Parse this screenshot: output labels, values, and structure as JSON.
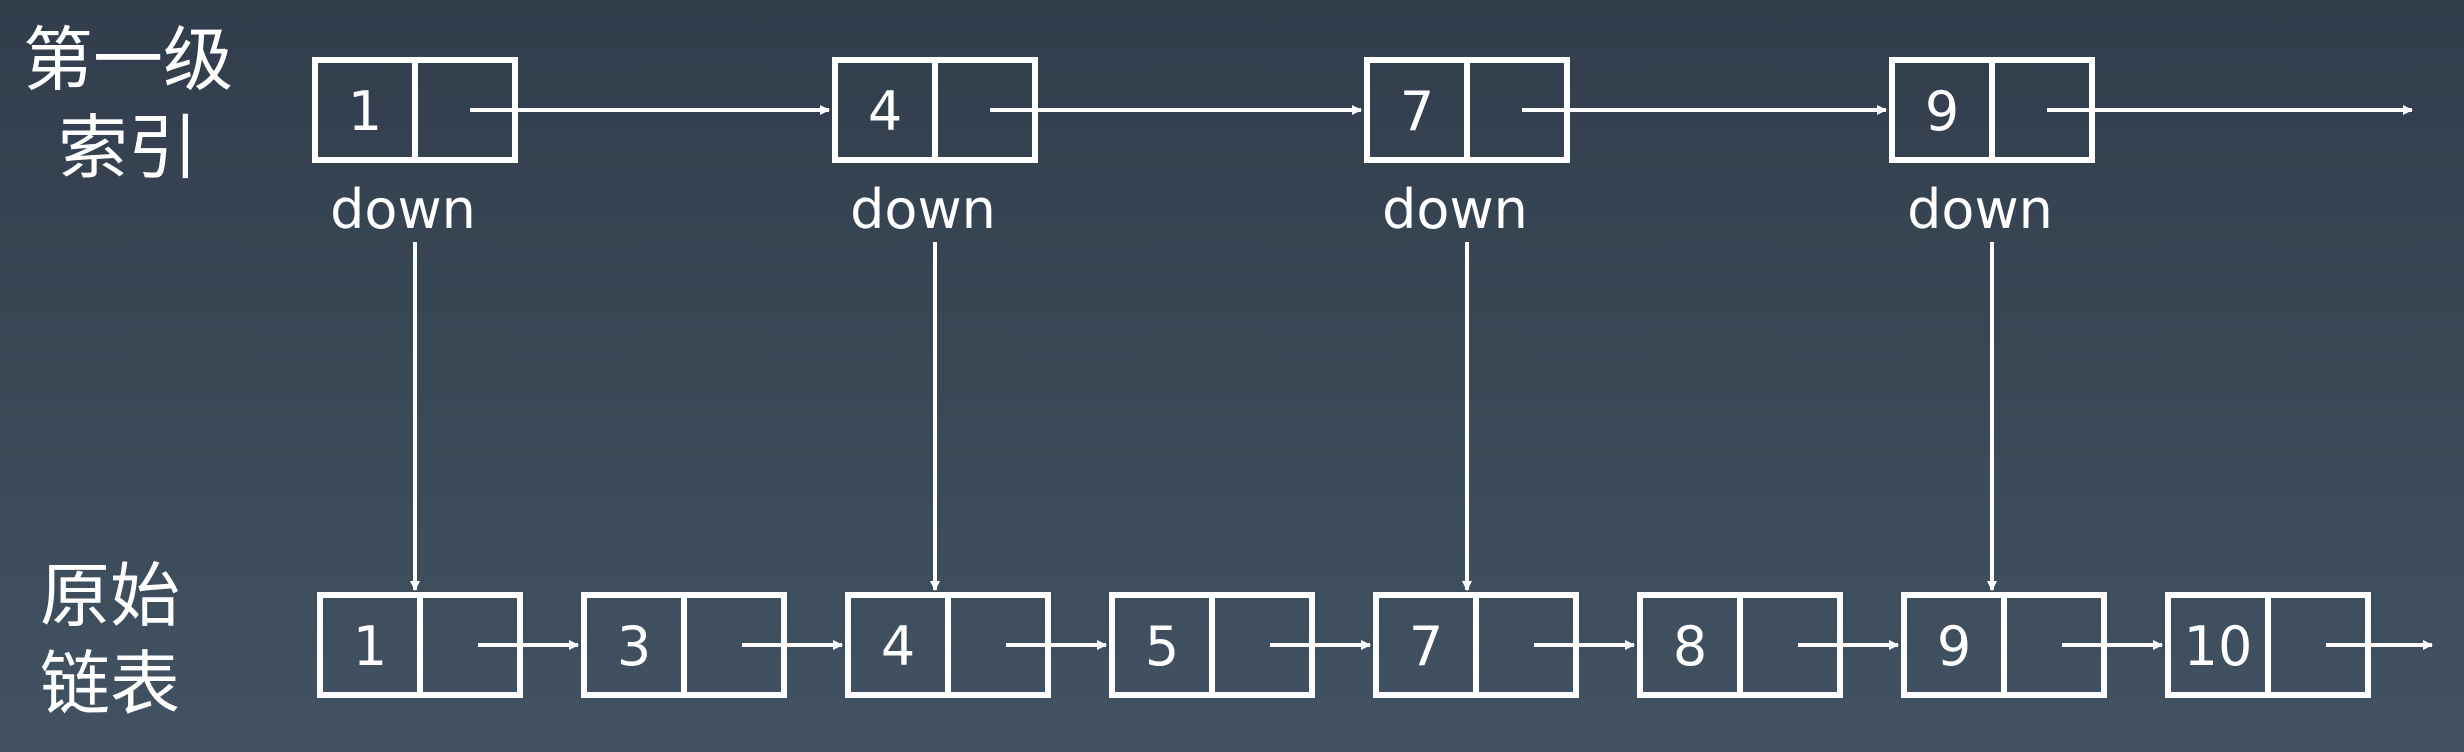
{
  "labels": {
    "index_line1": "第一级",
    "index_line2": "索引",
    "raw_line1": "原始",
    "raw_line2": "链表"
  },
  "index_level": {
    "nodes": [
      "1",
      "4",
      "7",
      "9"
    ],
    "pointer_label": "down"
  },
  "raw_list": {
    "nodes": [
      "1",
      "3",
      "4",
      "5",
      "7",
      "8",
      "9",
      "10"
    ]
  },
  "colors": {
    "stroke": "#ffffff",
    "text": "#ffffff"
  }
}
